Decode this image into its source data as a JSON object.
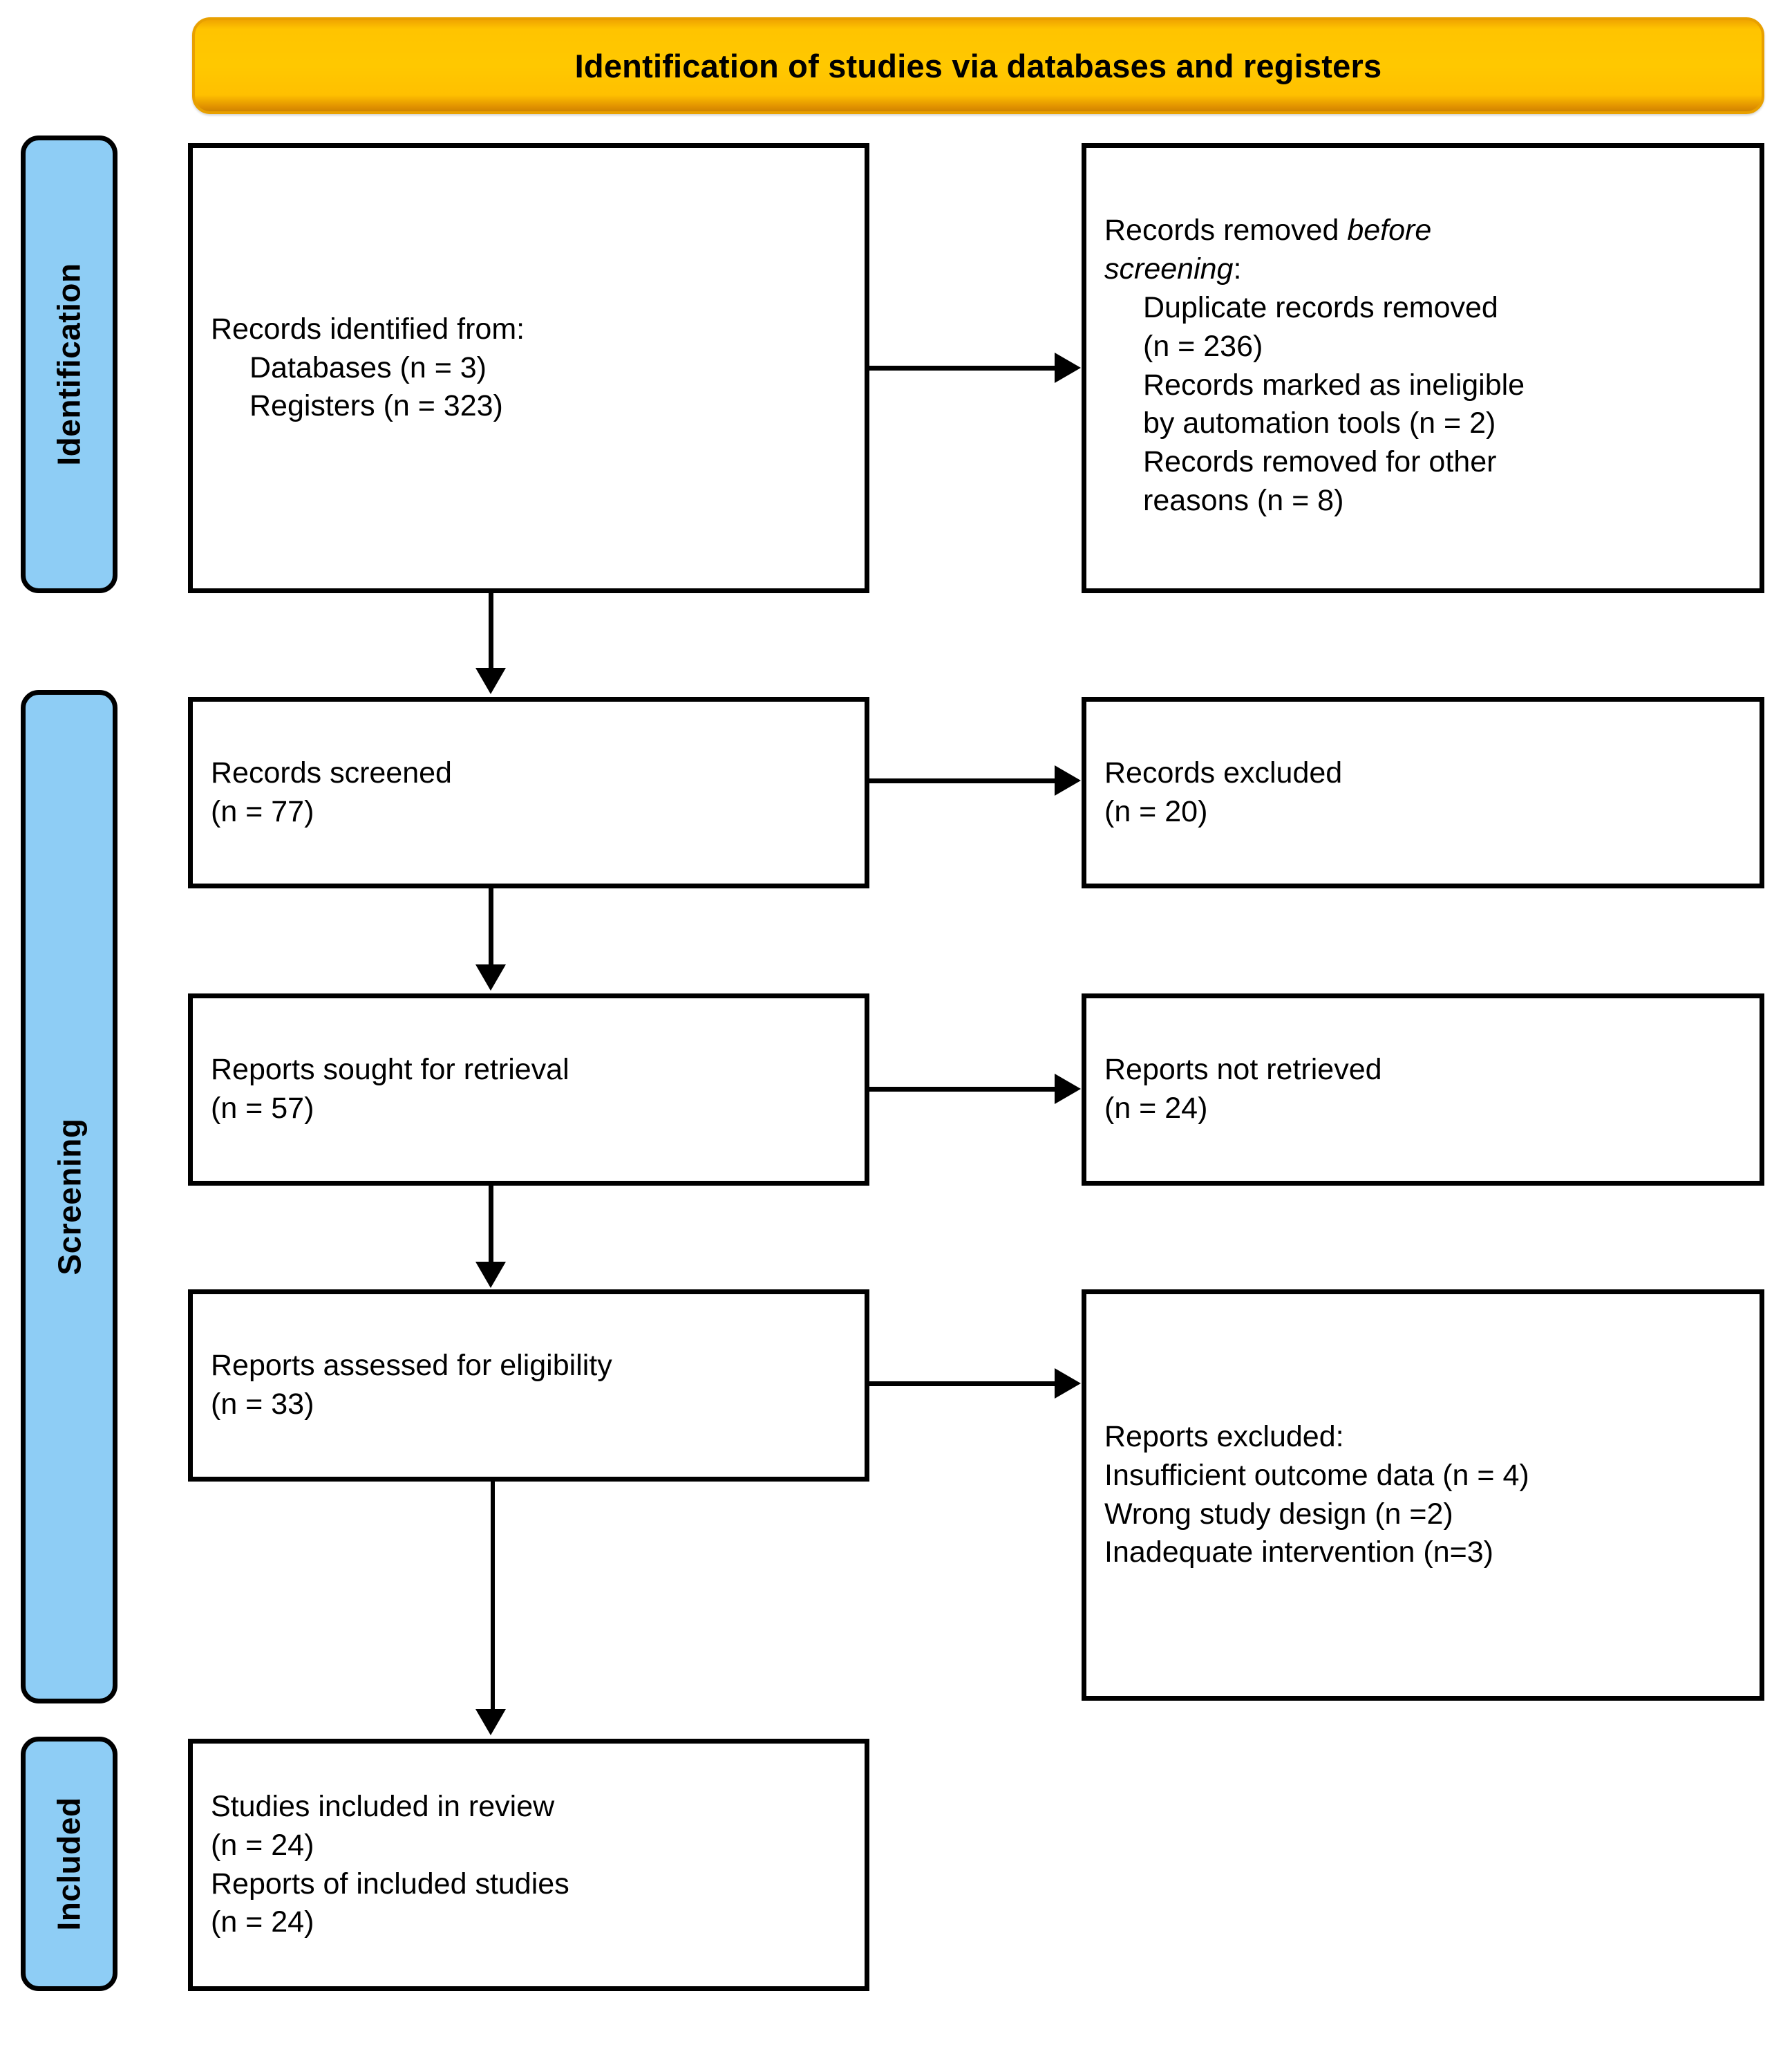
{
  "header": {
    "title": "Identification of studies via databases and registers",
    "accent_color": "#ffc400",
    "border_color": "#e8a000"
  },
  "stages": [
    {
      "id": "identification",
      "label": "Identification",
      "color": "#8ecdf5"
    },
    {
      "id": "screening",
      "label": "Screening",
      "color": "#8ecdf5"
    },
    {
      "id": "included",
      "label": "Included",
      "color": "#8ecdf5"
    }
  ],
  "boxes": {
    "identified": {
      "lines": [
        "Records identified from:",
        "Databases (n = 3)",
        "Registers (n = 323)"
      ]
    },
    "removed_before": {
      "line1_plain": "Records removed ",
      "line1_italic": "before",
      "line2_italic": "screening",
      "line2_plain": ":",
      "lines": [
        "Duplicate records removed",
        "(n = 236)",
        "Records marked as ineligible",
        "by automation tools (n = 2)",
        "Records removed for other",
        "reasons (n = 8)"
      ]
    },
    "screened": {
      "lines": [
        "Records screened",
        "(n = 77)"
      ]
    },
    "records_excluded": {
      "lines": [
        "Records excluded",
        "(n = 20)"
      ]
    },
    "sought": {
      "lines": [
        "Reports sought for retrieval",
        "(n = 57)"
      ]
    },
    "not_retrieved": {
      "lines": [
        "Reports not retrieved",
        "(n = 24)"
      ]
    },
    "assessed": {
      "lines": [
        "Reports assessed for eligibility",
        "(n = 33)"
      ]
    },
    "reports_excluded": {
      "lines": [
        "Reports excluded:",
        "Insufficient outcome data (n = 4)",
        "Wrong study design (n =2)",
        "Inadequate intervention (n=3)"
      ]
    },
    "included": {
      "lines": [
        "Studies included in review",
        "(n = 24)",
        "Reports of included studies",
        "(n = 24)"
      ]
    }
  },
  "chart_data": {
    "type": "diagram",
    "title": "Identification of studies via databases and registers",
    "nodes": [
      {
        "id": "identified",
        "stage": "Identification",
        "column": "left",
        "text": "Records identified from: Databases (n = 3) Registers (n = 323)",
        "counts": {
          "Databases": 3,
          "Registers": 323
        }
      },
      {
        "id": "removed_before",
        "stage": "Identification",
        "column": "right",
        "text": "Records removed before screening",
        "counts": {
          "Duplicate records removed": 236,
          "Records marked as ineligible by automation tools": 2,
          "Records removed for other reasons": 8
        }
      },
      {
        "id": "screened",
        "stage": "Screening",
        "column": "left",
        "text": "Records screened",
        "counts": {
          "n": 77
        }
      },
      {
        "id": "records_excluded",
        "stage": "Screening",
        "column": "right",
        "text": "Records excluded",
        "counts": {
          "n": 20
        }
      },
      {
        "id": "sought",
        "stage": "Screening",
        "column": "left",
        "text": "Reports sought for retrieval",
        "counts": {
          "n": 57
        }
      },
      {
        "id": "not_retrieved",
        "stage": "Screening",
        "column": "right",
        "text": "Reports not retrieved",
        "counts": {
          "n": 24
        }
      },
      {
        "id": "assessed",
        "stage": "Screening",
        "column": "left",
        "text": "Reports assessed for eligibility",
        "counts": {
          "n": 33
        }
      },
      {
        "id": "reports_excluded",
        "stage": "Screening",
        "column": "right",
        "text": "Reports excluded",
        "counts": {
          "Insufficient outcome data": 4,
          "Wrong study design": 2,
          "Inadequate intervention": 3
        }
      },
      {
        "id": "included",
        "stage": "Included",
        "column": "left",
        "text": "Studies included in review / Reports of included studies",
        "counts": {
          "Studies included in review": 24,
          "Reports of included studies": 24
        }
      }
    ],
    "edges": [
      {
        "from": "identified",
        "to": "removed_before",
        "direction": "right"
      },
      {
        "from": "identified",
        "to": "screened",
        "direction": "down"
      },
      {
        "from": "screened",
        "to": "records_excluded",
        "direction": "right"
      },
      {
        "from": "screened",
        "to": "sought",
        "direction": "down"
      },
      {
        "from": "sought",
        "to": "not_retrieved",
        "direction": "right"
      },
      {
        "from": "sought",
        "to": "assessed",
        "direction": "down"
      },
      {
        "from": "assessed",
        "to": "reports_excluded",
        "direction": "right"
      },
      {
        "from": "assessed",
        "to": "included",
        "direction": "down"
      }
    ]
  }
}
